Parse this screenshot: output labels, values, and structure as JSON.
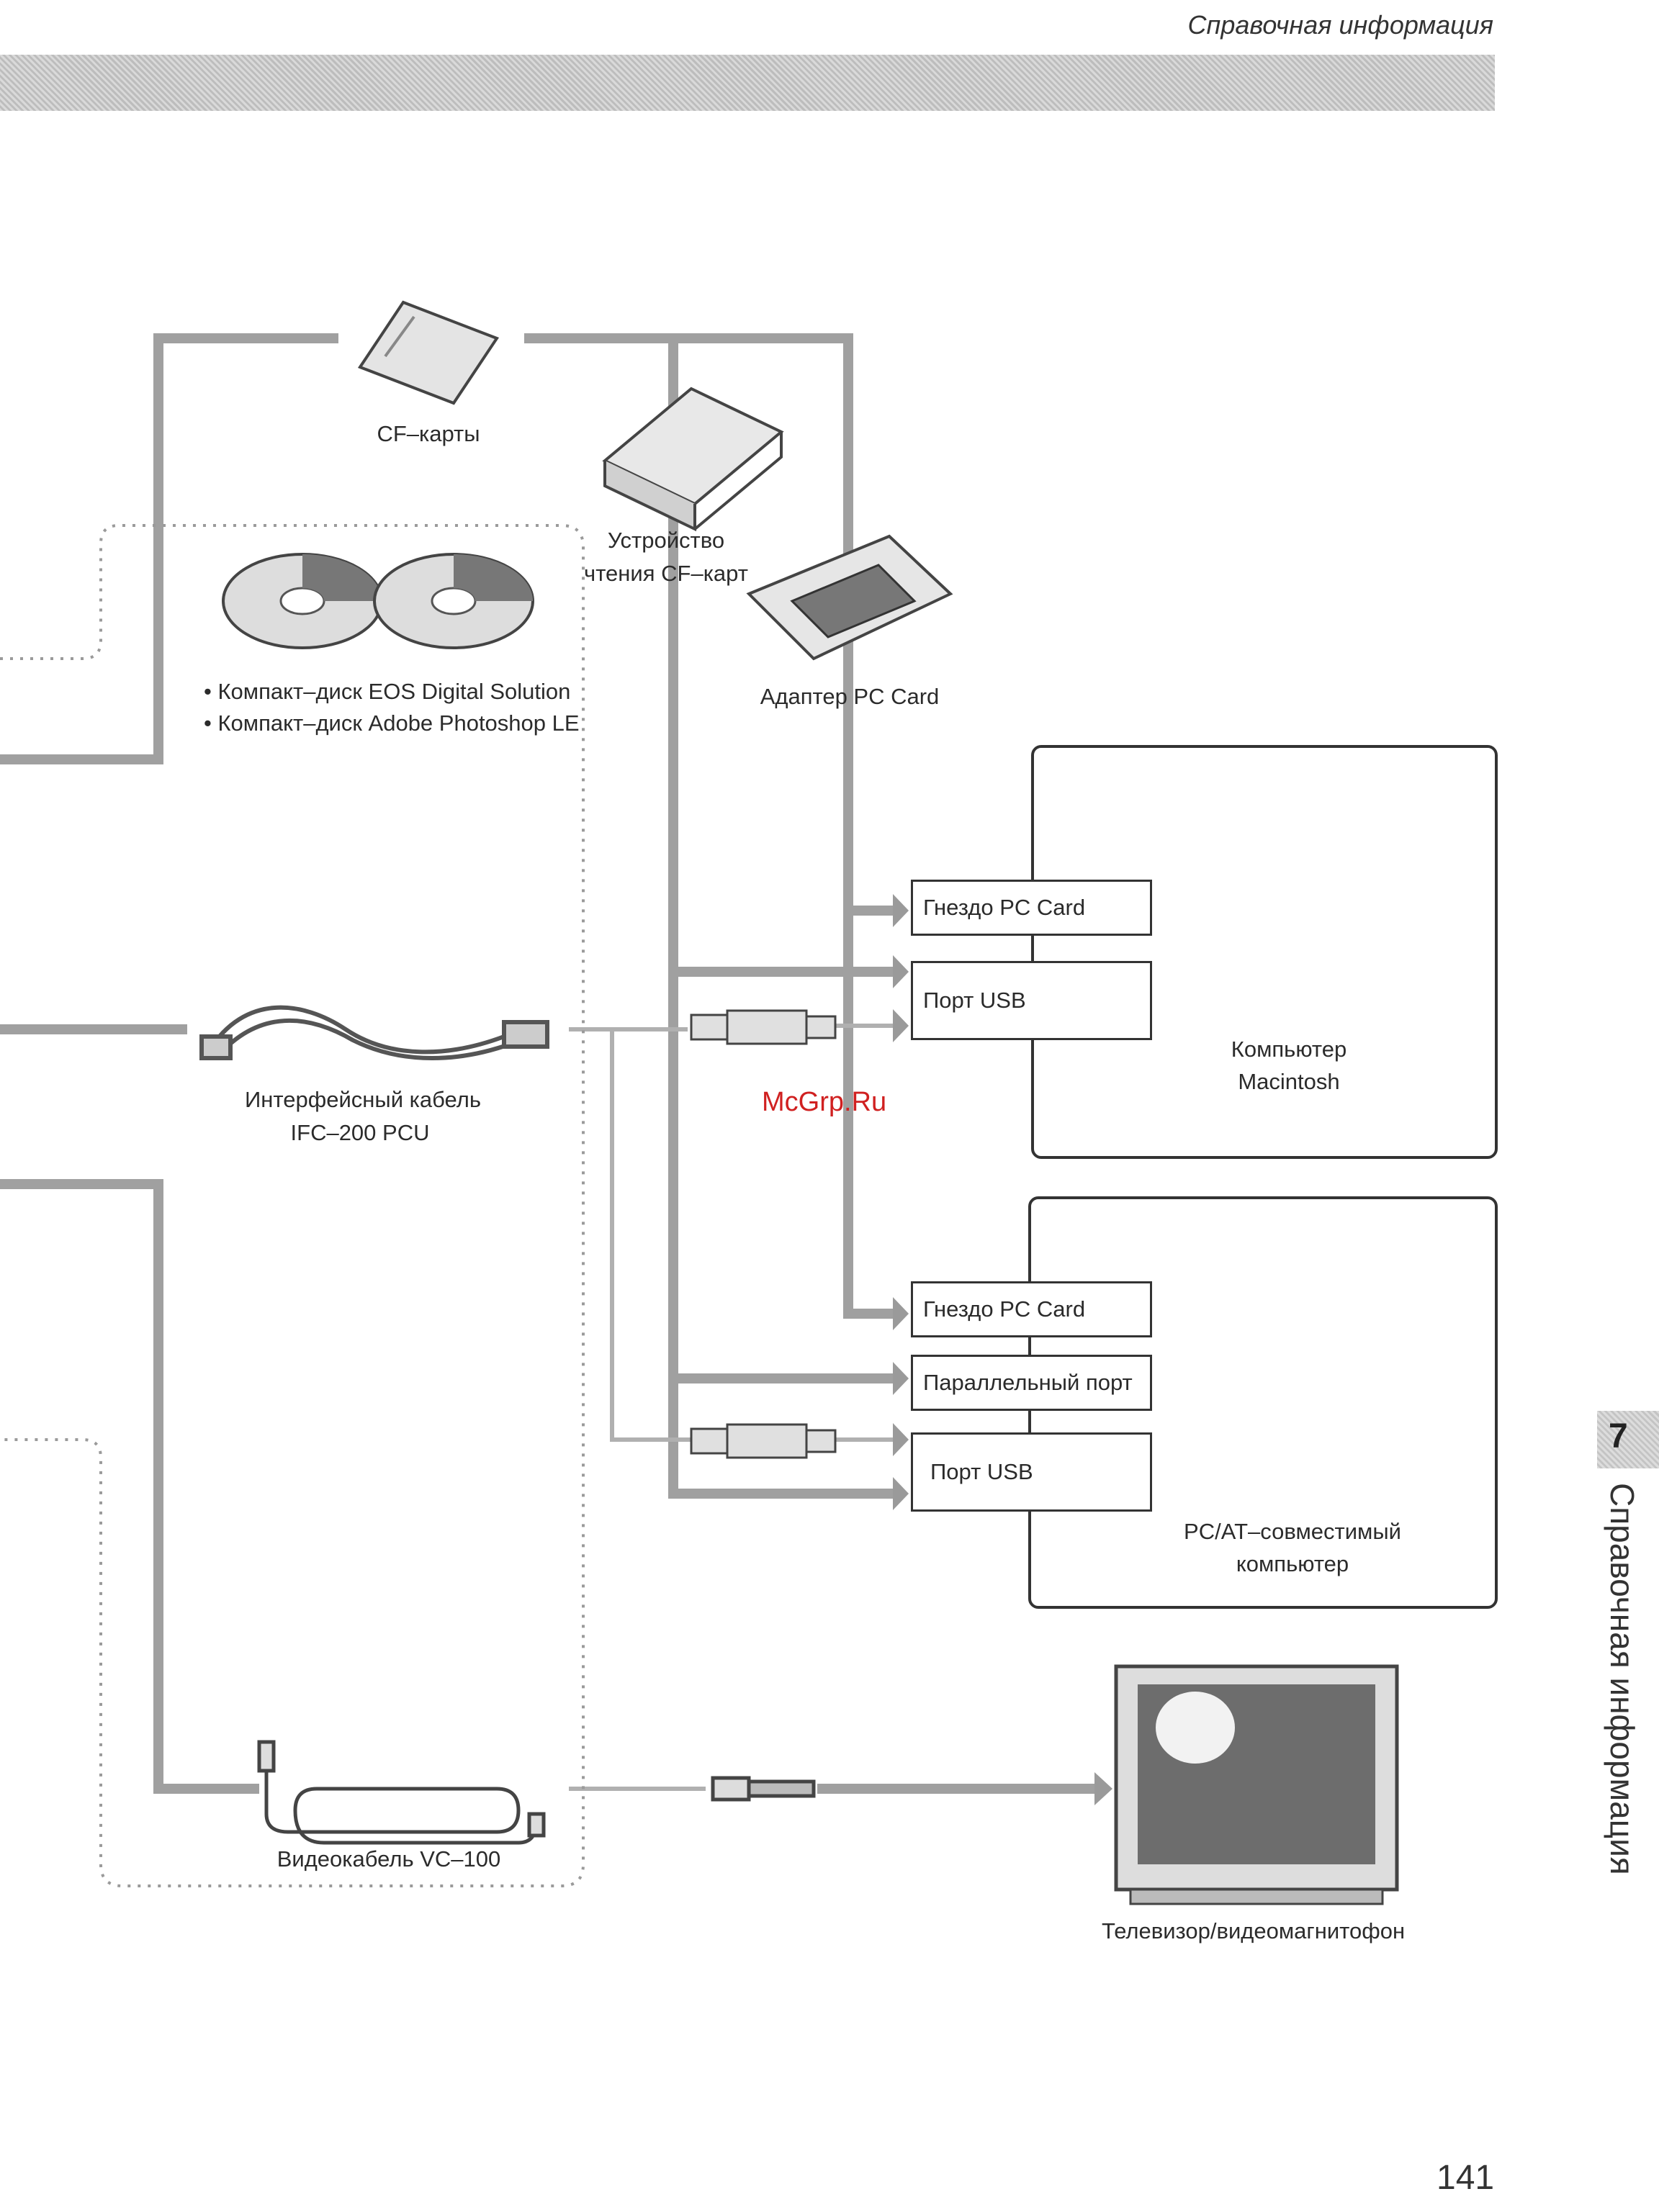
{
  "header": {
    "section_title": "Справочная информация"
  },
  "items": {
    "cf_cards": "CF–карты",
    "cf_reader_line1": "Устройство",
    "cf_reader_line2": "чтения CF–карт",
    "pc_card_adapter": "Адаптер PC Card",
    "cd1": "• Компакт–диск EOS Digital Solution",
    "cd2": "• Компакт–диск Adobe Photoshop LE",
    "ifc_cable_line1": "Интерфейсный кабель",
    "ifc_cable_line2": "IFC–200 PCU",
    "video_cable": "Видеокабель VC–100",
    "tv": "Телевизор/видеомагнитофон"
  },
  "mac": {
    "ports": [
      "Гнездо PC Card",
      "Порт USB"
    ],
    "label_line1": "Компьютер",
    "label_line2": "Macintosh"
  },
  "pc": {
    "ports": [
      "Гнездо PC Card",
      "Параллельный порт",
      "Порт USB"
    ],
    "label_line1": "PC/AT–совместимый",
    "label_line2": "компьютер"
  },
  "watermark": "McGrp.Ru",
  "side": {
    "chapter_number": "7",
    "chapter_title": "Справочная информация"
  },
  "page_number": "141",
  "colors": {
    "connector_gray": "#9a9a9a",
    "frame": "#333333",
    "watermark": "#d02020"
  }
}
